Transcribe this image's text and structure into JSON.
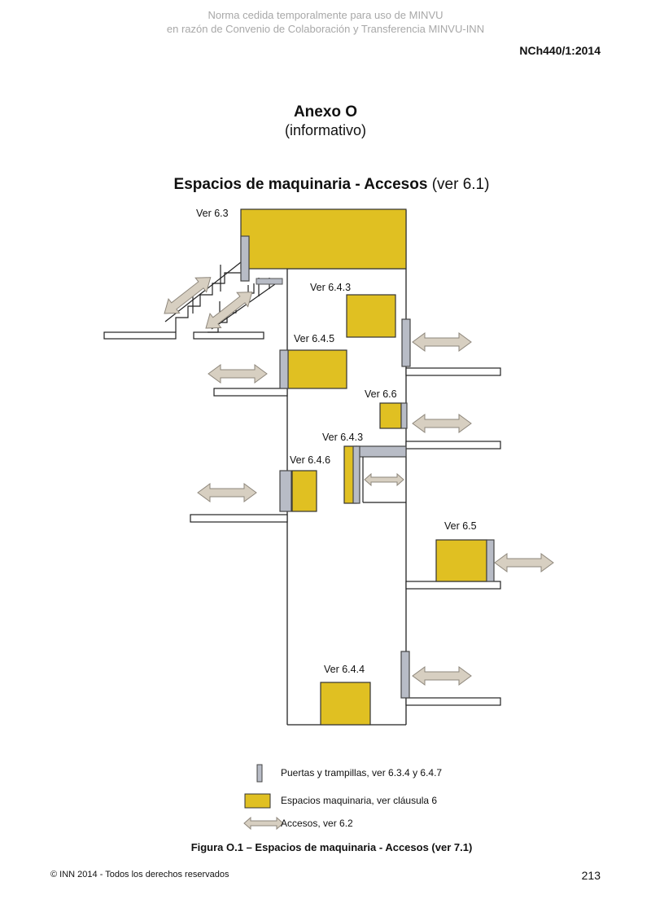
{
  "header": {
    "watermark_line1": "Norma cedida temporalmente para uso de MINVU",
    "watermark_line2": "en razón de Convenio de Colaboración y Transferencia MINVU-INN",
    "standard_code": "NCh440/1:2014"
  },
  "annex": {
    "title": "Anexo O",
    "subtitle": "(informativo)"
  },
  "figure": {
    "title_bold": "Espacios de maquinaria - Accesos",
    "title_normal": " (ver 6.1)",
    "labels": {
      "ver_6_3": "Ver 6.3",
      "ver_6_4_3_a": "Ver 6.4.3",
      "ver_6_4_5": "Ver 6.4.5",
      "ver_6_6": "Ver 6.6",
      "ver_6_4_3_b": "Ver 6.4.3",
      "ver_6_4_6": "Ver 6.4.6",
      "ver_6_5": "Ver 6.5",
      "ver_6_4_4": "Ver 6.4.4"
    },
    "legend": {
      "doors": "Puertas y trampillas, ver 6.3.4 y 6.4.7",
      "machinery": "Espacios maquinaria, ver cláusula 6",
      "access": "Accesos, ver 6.2"
    },
    "caption": "Figura O.1 – Espacios de maquinaria - Accesos (ver 7.1)",
    "colors": {
      "machinery": "#e0c022",
      "door": "#b8bcc6",
      "arrow": "#d7cfc1"
    }
  },
  "footer": {
    "copyright": "© INN 2014 - Todos los derechos reservados",
    "page_number": "213"
  }
}
